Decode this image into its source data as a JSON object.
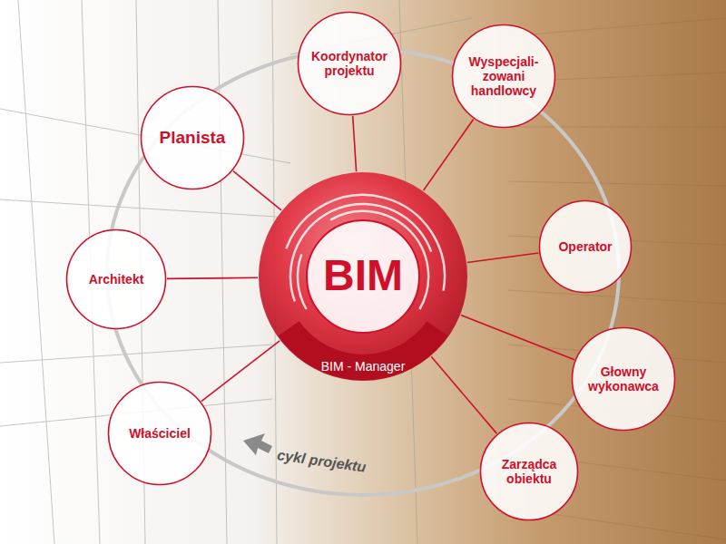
{
  "diagram": {
    "nodes": [
      {
        "text": [
          "Koordynator projektu"
        ]
      },
      {
        "text": [
          "Wyspecjali- zowani handlowcy"
        ]
      },
      {
        "text": [
          "Planista"
        ]
      },
      {
        "text": [
          "Operator"
        ]
      },
      {
        "text": [
          "BIM",
          "BIM - Manager"
        ]
      },
      {
        "text": [
          "Architekt"
        ]
      },
      {
        "text": [
          "Głowny wykonawca"
        ]
      },
      {
        "text": [
          "Właściciel"
        ]
      },
      {
        "text": [
          "Zarządca obiektu"
        ]
      }
    ],
    "edges": [
      {
        "from": 4,
        "to": 0,
        "arrow": "none"
      },
      {
        "from": 4,
        "to": 1,
        "arrow": "none"
      },
      {
        "from": 4,
        "to": 2,
        "arrow": "none"
      },
      {
        "from": 4,
        "to": 3,
        "arrow": "none"
      },
      {
        "from": 4,
        "to": 5,
        "arrow": "none"
      },
      {
        "from": 4,
        "to": 6,
        "arrow": "none"
      },
      {
        "from": 4,
        "to": 7,
        "arrow": "none"
      },
      {
        "from": 4,
        "to": 8,
        "arrow": "none"
      }
    ],
    "labels": [
      "cykl projektu"
    ]
  }
}
